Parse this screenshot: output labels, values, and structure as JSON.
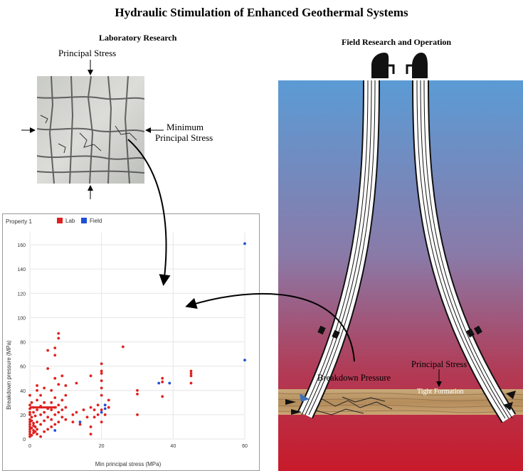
{
  "title": "Hydraulic Stimulation of Enhanced Geothermal Systems",
  "lab": {
    "heading": "Laboratory  Research",
    "principal_stress": "Principal Stress",
    "min_stress_line1": "Minimum",
    "min_stress_line2": "Principal Stress"
  },
  "field": {
    "heading": "Field Research and Operation",
    "breakdown_pressure": "Breakdown Pressure",
    "principal_stress": "Principal Stress",
    "tight_formation": "Tight Formation"
  },
  "colors": {
    "lab": "#e02020",
    "field": "#1f4fd6",
    "water_top": "#5b9bd5",
    "reservoir_bottom": "#c81a2a"
  },
  "chart_data": {
    "type": "scatter",
    "corner_label": "Property 1",
    "xlabel": "Min principal stress (MPa)",
    "ylabel": "Breakdown pressure (MPa)",
    "xlim": [
      0,
      60
    ],
    "ylim": [
      0,
      170
    ],
    "xticks": [
      0,
      20,
      40,
      60
    ],
    "yticks": [
      0,
      20,
      40,
      60,
      80,
      100,
      120,
      140,
      160
    ],
    "grid": true,
    "legend_position": "top-center",
    "series": [
      {
        "name": "Lab",
        "color": "#e02020",
        "points": [
          [
            0,
            2
          ],
          [
            0,
            4
          ],
          [
            0,
            6
          ],
          [
            0,
            8
          ],
          [
            0,
            10
          ],
          [
            0,
            12
          ],
          [
            0,
            14
          ],
          [
            0,
            16
          ],
          [
            0,
            20
          ],
          [
            0,
            22
          ],
          [
            0,
            25
          ],
          [
            0,
            28
          ],
          [
            0,
            36
          ],
          [
            0.5,
            3
          ],
          [
            0.5,
            9
          ],
          [
            0.5,
            15
          ],
          [
            0.5,
            18
          ],
          [
            0.5,
            30
          ],
          [
            1,
            5
          ],
          [
            1,
            7
          ],
          [
            1,
            11
          ],
          [
            1,
            13
          ],
          [
            1,
            22
          ],
          [
            1,
            26
          ],
          [
            1.5,
            6
          ],
          [
            1.5,
            10
          ],
          [
            1.5,
            19
          ],
          [
            2,
            4
          ],
          [
            2,
            8
          ],
          [
            2,
            14
          ],
          [
            2,
            24
          ],
          [
            2,
            32
          ],
          [
            2,
            40
          ],
          [
            2,
            44
          ],
          [
            3,
            2
          ],
          [
            3,
            12
          ],
          [
            3,
            20
          ],
          [
            3,
            27
          ],
          [
            3,
            36
          ],
          [
            4,
            6
          ],
          [
            4,
            15
          ],
          [
            4,
            22
          ],
          [
            4,
            30
          ],
          [
            4,
            42
          ],
          [
            5,
            8
          ],
          [
            5,
            18
          ],
          [
            5,
            25
          ],
          [
            5,
            58
          ],
          [
            5,
            73
          ],
          [
            6,
            10
          ],
          [
            6,
            16
          ],
          [
            6,
            24
          ],
          [
            6,
            30
          ],
          [
            6,
            40
          ],
          [
            7,
            12
          ],
          [
            7,
            20
          ],
          [
            7,
            26
          ],
          [
            7,
            34
          ],
          [
            7,
            50
          ],
          [
            7,
            69
          ],
          [
            7,
            75
          ],
          [
            8,
            14
          ],
          [
            8,
            22
          ],
          [
            8,
            28
          ],
          [
            8,
            45
          ],
          [
            8,
            83
          ],
          [
            8,
            87
          ],
          [
            9,
            18
          ],
          [
            9,
            24
          ],
          [
            9,
            32
          ],
          [
            9,
            52
          ],
          [
            10,
            16
          ],
          [
            10,
            26
          ],
          [
            10,
            36
          ],
          [
            10,
            44
          ],
          [
            12,
            14
          ],
          [
            12,
            20
          ],
          [
            13,
            22
          ],
          [
            13,
            46
          ],
          [
            14,
            12
          ],
          [
            15,
            24
          ],
          [
            16,
            18
          ],
          [
            17,
            4
          ],
          [
            17,
            10
          ],
          [
            17,
            26
          ],
          [
            17,
            52
          ],
          [
            18,
            18
          ],
          [
            18,
            24
          ],
          [
            19,
            20
          ],
          [
            19,
            28
          ],
          [
            20,
            14
          ],
          [
            20,
            24
          ],
          [
            20,
            36
          ],
          [
            20,
            42
          ],
          [
            20,
            48
          ],
          [
            20,
            54
          ],
          [
            20,
            56
          ],
          [
            20,
            62
          ],
          [
            21,
            20
          ],
          [
            21,
            28
          ],
          [
            22,
            26
          ],
          [
            22,
            32
          ],
          [
            26,
            76
          ],
          [
            30,
            20
          ],
          [
            30,
            37
          ],
          [
            30,
            40
          ],
          [
            37,
            35
          ],
          [
            37,
            47
          ],
          [
            37,
            50
          ],
          [
            45,
            46
          ],
          [
            45,
            52
          ],
          [
            45,
            54
          ],
          [
            45,
            56
          ]
        ],
        "segment": {
          "x": [
            0,
            7.5
          ],
          "y": [
            26,
            26
          ]
        }
      },
      {
        "name": "Field",
        "color": "#1f4fd6",
        "points": [
          [
            7,
            7
          ],
          [
            14,
            14
          ],
          [
            20,
            22
          ],
          [
            21,
            25
          ],
          [
            21,
            28
          ],
          [
            36,
            46
          ],
          [
            39,
            46
          ],
          [
            60,
            65
          ],
          [
            60,
            161
          ]
        ]
      }
    ]
  }
}
